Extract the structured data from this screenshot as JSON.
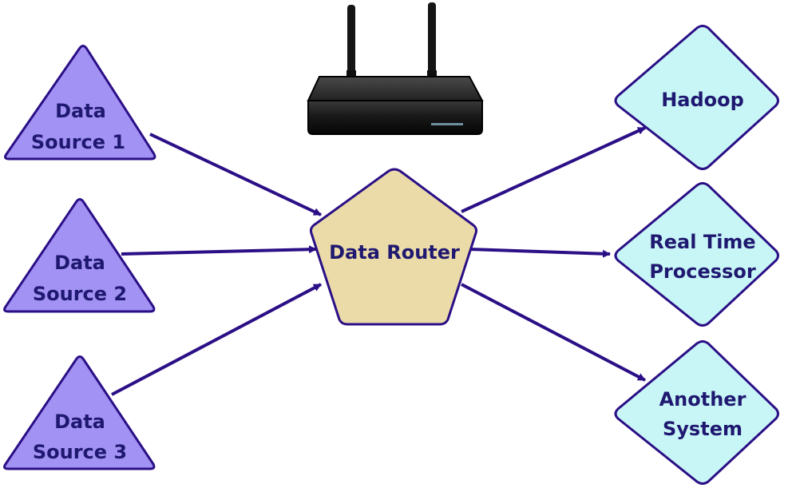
{
  "colors": {
    "stroke": "#2b0f86",
    "source_fill": "#a292f3",
    "router_fill": "#eadba9",
    "target_fill": "#c8f6f6",
    "text": "#1f1870",
    "device_body": "#1c1c1c"
  },
  "icons": {
    "router_device": "wireless-router-icon"
  },
  "sources": [
    {
      "line1": "Data",
      "line2": "Source 1"
    },
    {
      "line1": "Data",
      "line2": "Source 2"
    },
    {
      "line1": "Data",
      "line2": "Source 3"
    }
  ],
  "router": {
    "label": "Data Router"
  },
  "targets": [
    {
      "lines": [
        "Hadoop"
      ]
    },
    {
      "lines": [
        "Real Time",
        "Processor"
      ]
    },
    {
      "lines": [
        "Another",
        "System"
      ]
    }
  ]
}
